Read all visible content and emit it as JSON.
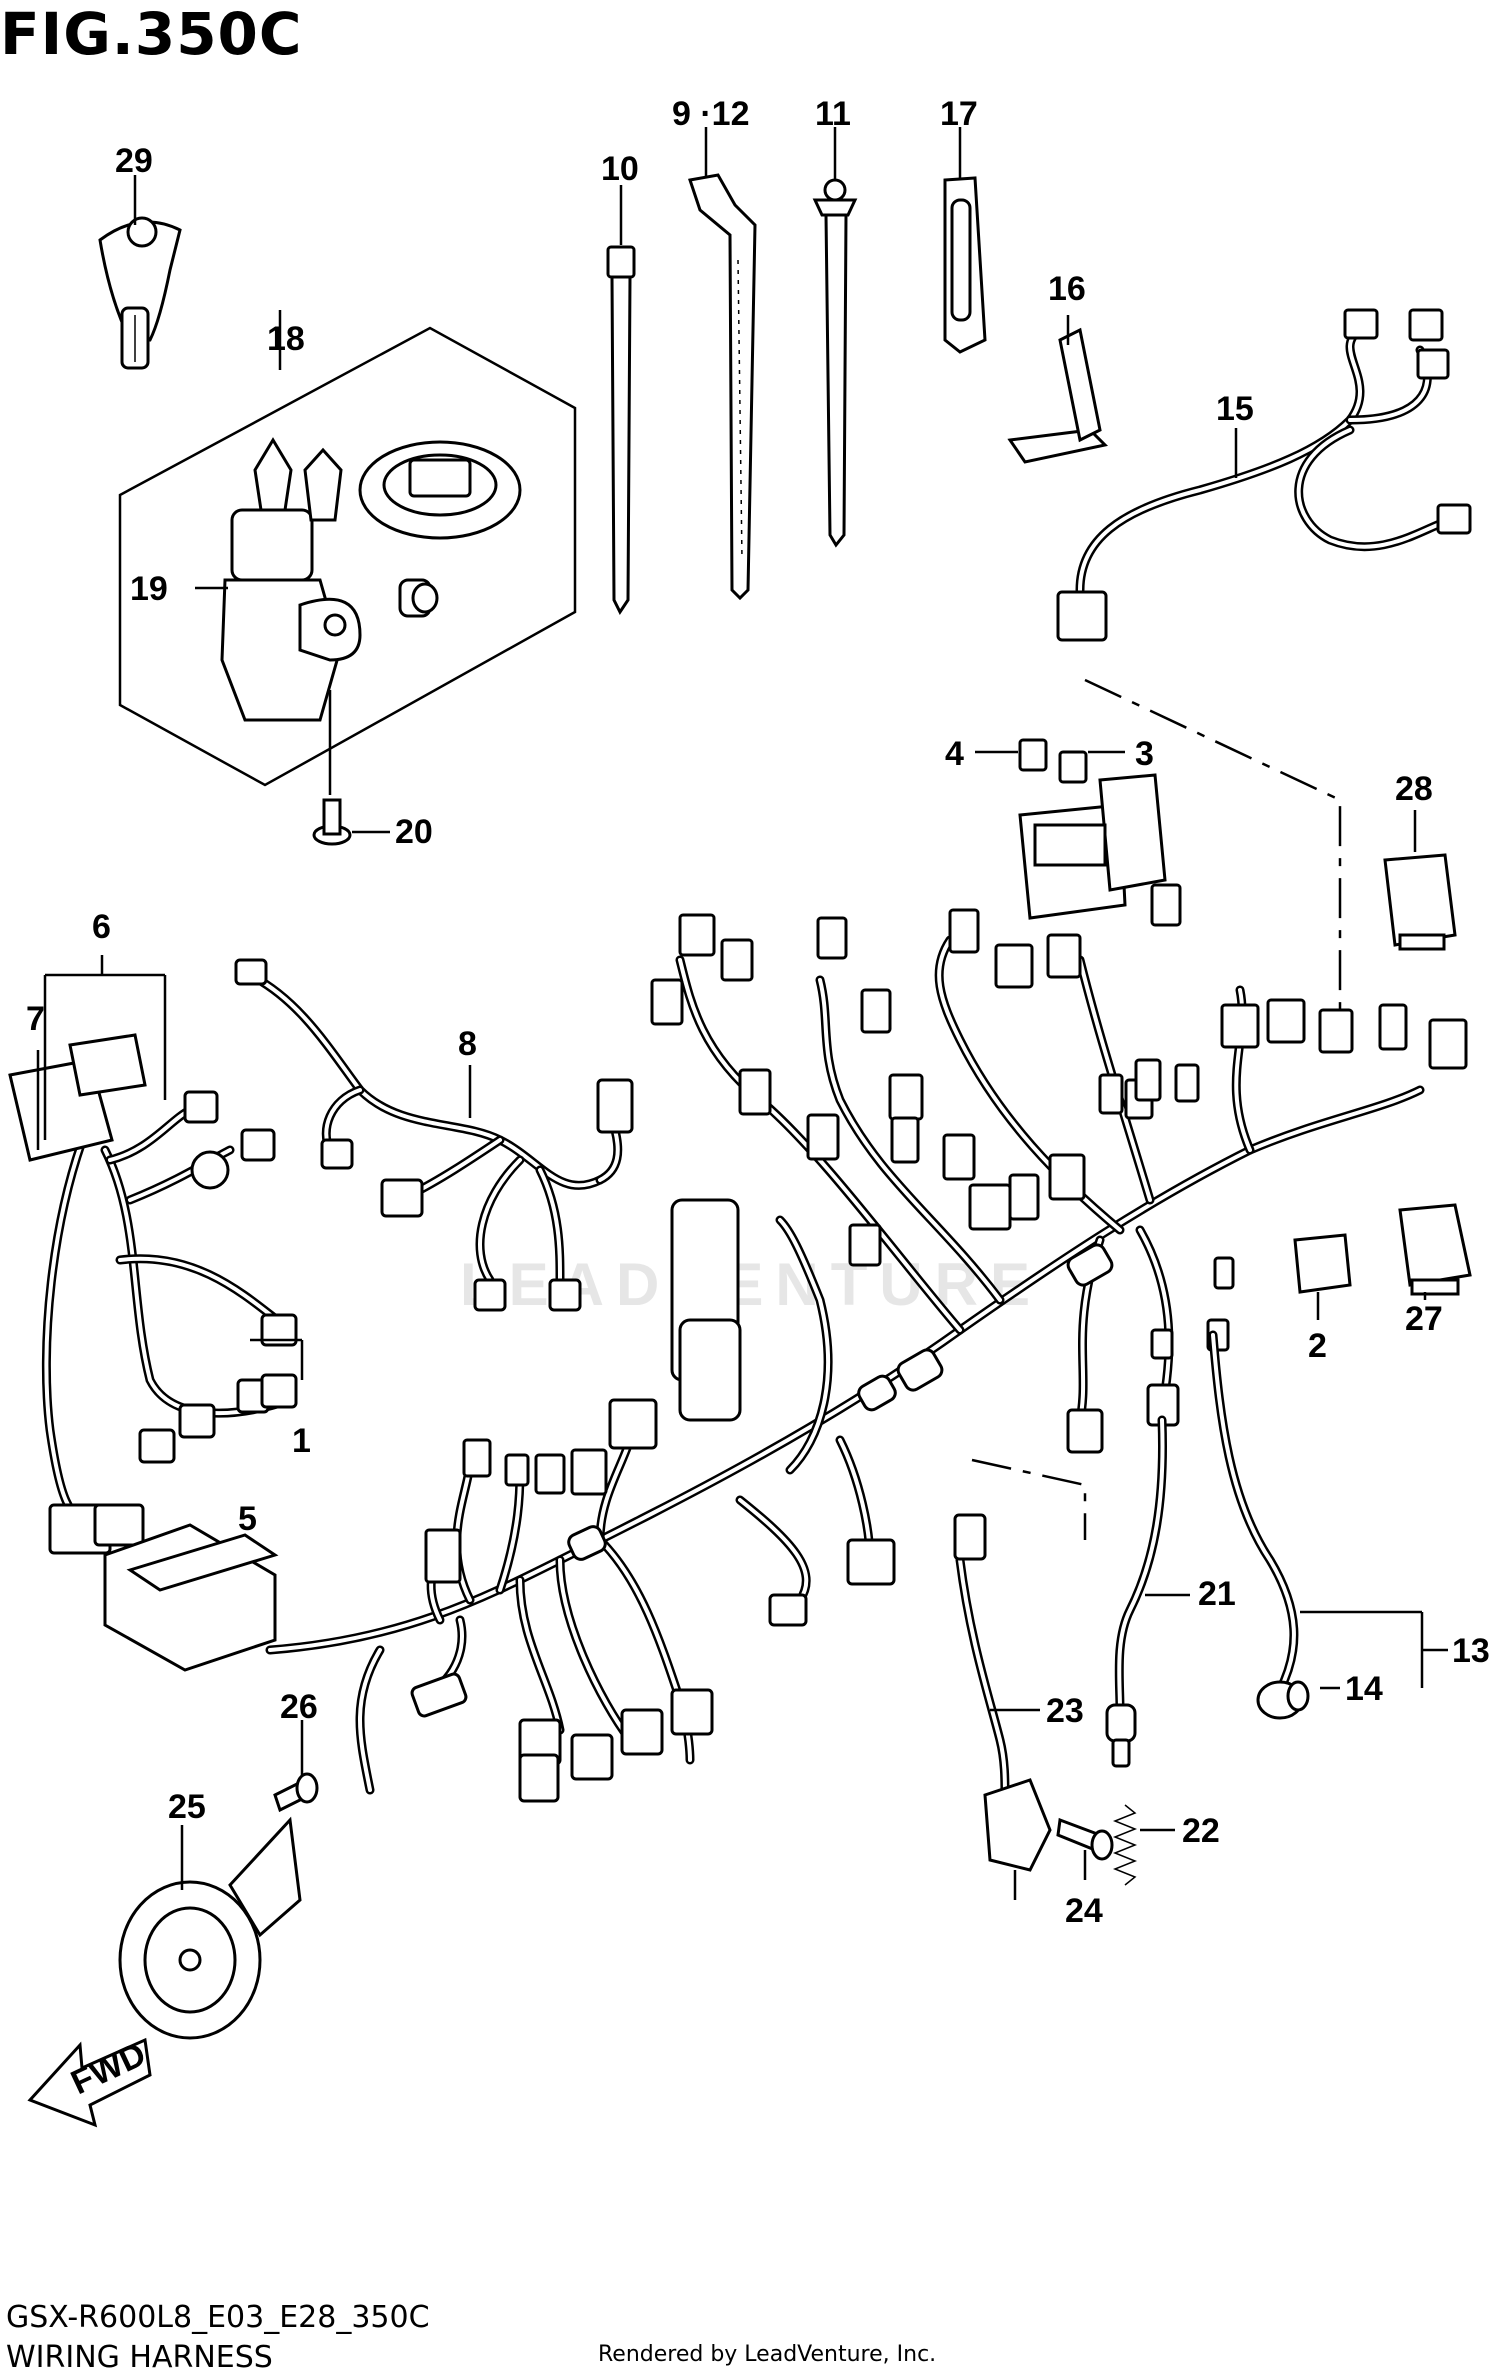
{
  "figure": {
    "title": "FIG.350C",
    "model_code": "GSX-R600L8_E03_E28_350C",
    "section_name": "WIRING HARNESS",
    "render_credit": "Rendered by LeadVenture, Inc.",
    "watermark": "LEADVENTURE",
    "fwd_label": "FWD"
  },
  "callouts": [
    {
      "id": "29",
      "label": "29"
    },
    {
      "id": "10",
      "label": "10"
    },
    {
      "id": "9-12",
      "label": "9 ·12"
    },
    {
      "id": "11",
      "label": "11"
    },
    {
      "id": "17",
      "label": "17"
    },
    {
      "id": "16",
      "label": "16"
    },
    {
      "id": "15",
      "label": "15"
    },
    {
      "id": "18",
      "label": "18"
    },
    {
      "id": "19",
      "label": "19"
    },
    {
      "id": "20",
      "label": "20"
    },
    {
      "id": "4",
      "label": "4"
    },
    {
      "id": "3",
      "label": "3"
    },
    {
      "id": "28",
      "label": "28"
    },
    {
      "id": "6",
      "label": "6"
    },
    {
      "id": "7",
      "label": "7"
    },
    {
      "id": "8",
      "label": "8"
    },
    {
      "id": "2",
      "label": "2"
    },
    {
      "id": "27",
      "label": "27"
    },
    {
      "id": "1",
      "label": "1"
    },
    {
      "id": "5",
      "label": "5"
    },
    {
      "id": "21",
      "label": "21"
    },
    {
      "id": "23",
      "label": "23"
    },
    {
      "id": "13",
      "label": "13"
    },
    {
      "id": "14",
      "label": "14"
    },
    {
      "id": "26",
      "label": "26"
    },
    {
      "id": "25",
      "label": "25"
    },
    {
      "id": "22",
      "label": "22"
    },
    {
      "id": "24",
      "label": "24"
    }
  ]
}
